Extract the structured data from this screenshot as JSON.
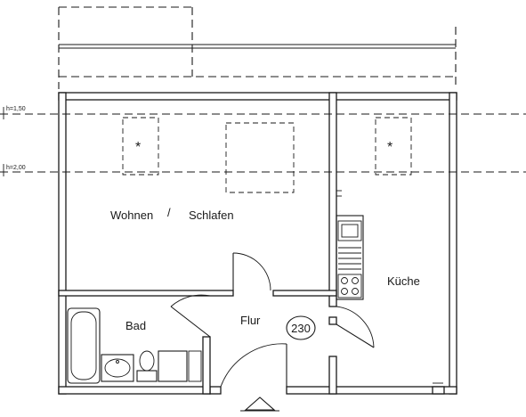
{
  "rooms": {
    "wohnen": "Wohnen",
    "slash": "/",
    "schlafen": "Schlafen",
    "kueche": "Küche",
    "bad": "Bad",
    "flur": "Flur"
  },
  "markers": {
    "unit_number": "230",
    "star": "*"
  },
  "levels": {
    "upper": "h=1,50",
    "lower": "h=2,00"
  }
}
